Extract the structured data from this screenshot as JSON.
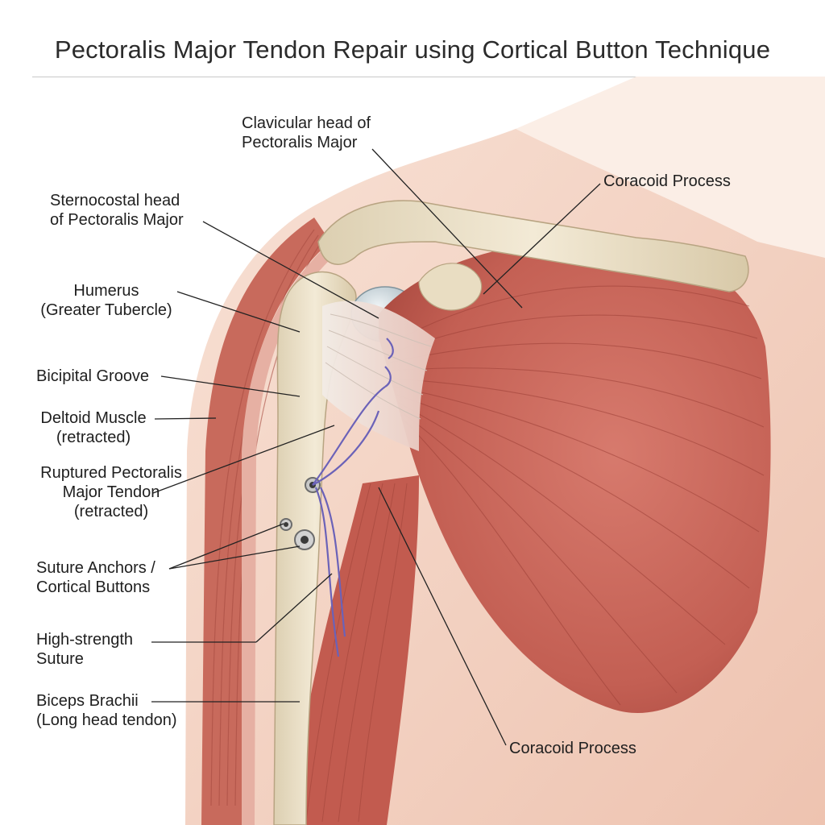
{
  "title": "Pectoralis Major Tendon Repair using Cortical Button Technique",
  "labels": {
    "clavicular_head": "Clavicular head of\nPectoralis Major",
    "coracoid_top": "Coracoid Process",
    "sternocostal_head": "Sternocostal head\nof Pectoralis Major",
    "humerus": "Humerus\n(Greater Tubercle)",
    "bicipital_groove": "Bicipital Groove",
    "deltoid": "Deltoid Muscle\n(retracted)",
    "ruptured_tendon": "Ruptured Pectoralis\nMajor Tendon\n(retracted)",
    "anchors": "Suture Anchors /\nCortical Buttons",
    "suture": "High-strength\nSuture",
    "biceps": "Biceps Brachii\n(Long head tendon)",
    "coracoid_bottom": "Coracoid Process"
  },
  "colors": {
    "muscle": "#c8655a",
    "muscle_dark": "#a8483f",
    "bone": "#ede3cc",
    "skin": "#f3d5c6",
    "suture": "#6b62b8",
    "leader": "#222222"
  }
}
